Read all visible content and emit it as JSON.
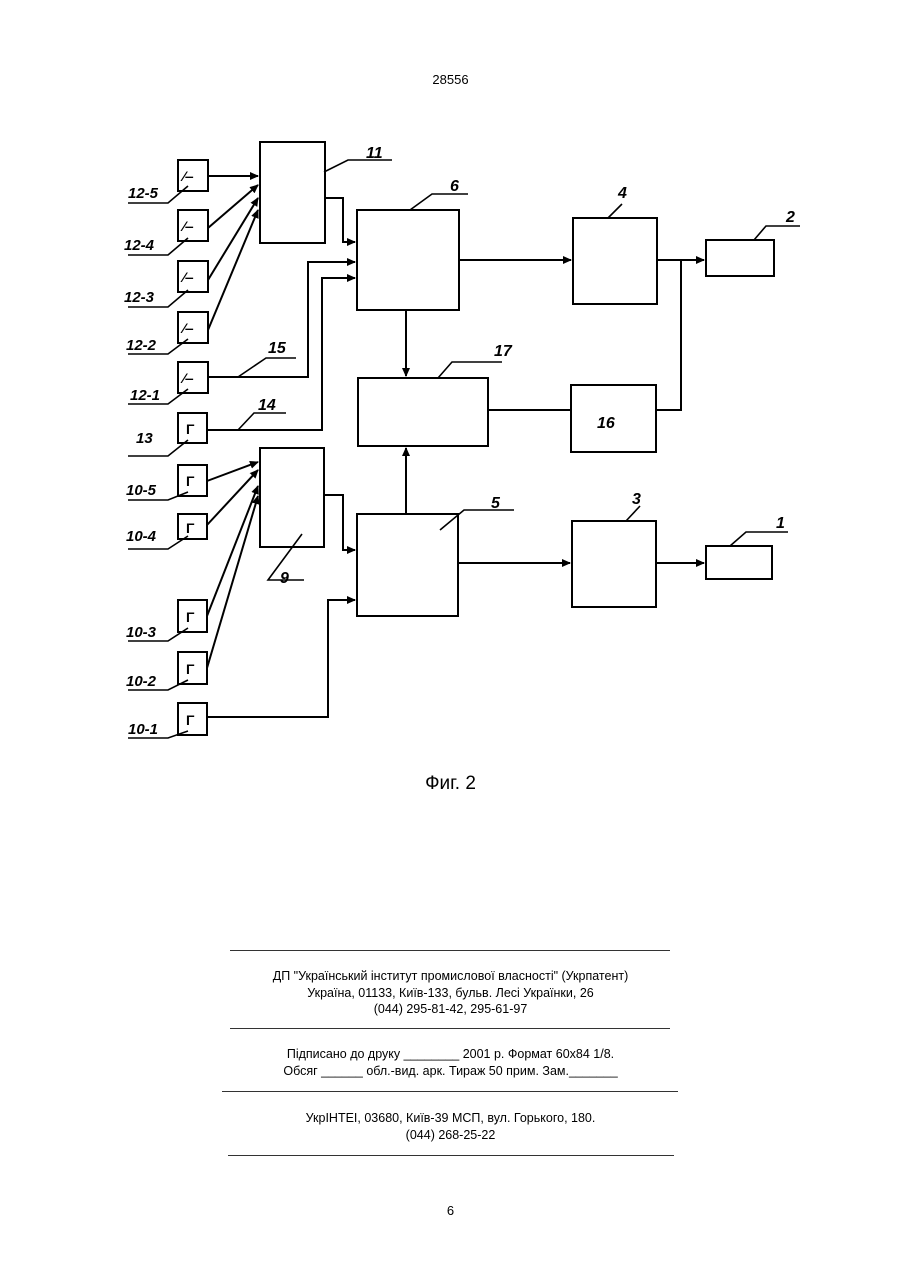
{
  "header": {
    "patent_number": "28556"
  },
  "figure": {
    "caption": "Фиг. 2",
    "blocks": [
      "11",
      "6",
      "4",
      "2",
      "17",
      "16",
      "9",
      "5",
      "3",
      "1"
    ],
    "inputs": [
      "12-5",
      "12-4",
      "12-3",
      "12-2",
      "12-1",
      "13",
      "10-5",
      "10-4",
      "10-3",
      "10-2",
      "10-1"
    ],
    "line_labels": [
      "15",
      "14"
    ],
    "block_16_label": "16",
    "switch_glyph": "⁄‒",
    "gen_glyph": "Γ"
  },
  "imprint": {
    "org": "ДП \"Український інститут промислової власності\" (Укрпатент)",
    "address": "Україна, 01133, Київ-133, бульв. Лесі Українки, 26",
    "phones": "(044) 295-81-42, 295-61-97",
    "print_line1": "Підписано до друку ________ 2001 р.    Формат 60х84 1/8.",
    "print_line2": "Обсяг ______ обл.-вид. арк.   Тираж 50 прим.    Зам._______",
    "printer": "УкрІНТЕІ, 03680, Київ-39 МСП, вул. Горького, 180.",
    "printer_phone": "(044) 268-25-22"
  },
  "footer": {
    "page_number": "6"
  }
}
